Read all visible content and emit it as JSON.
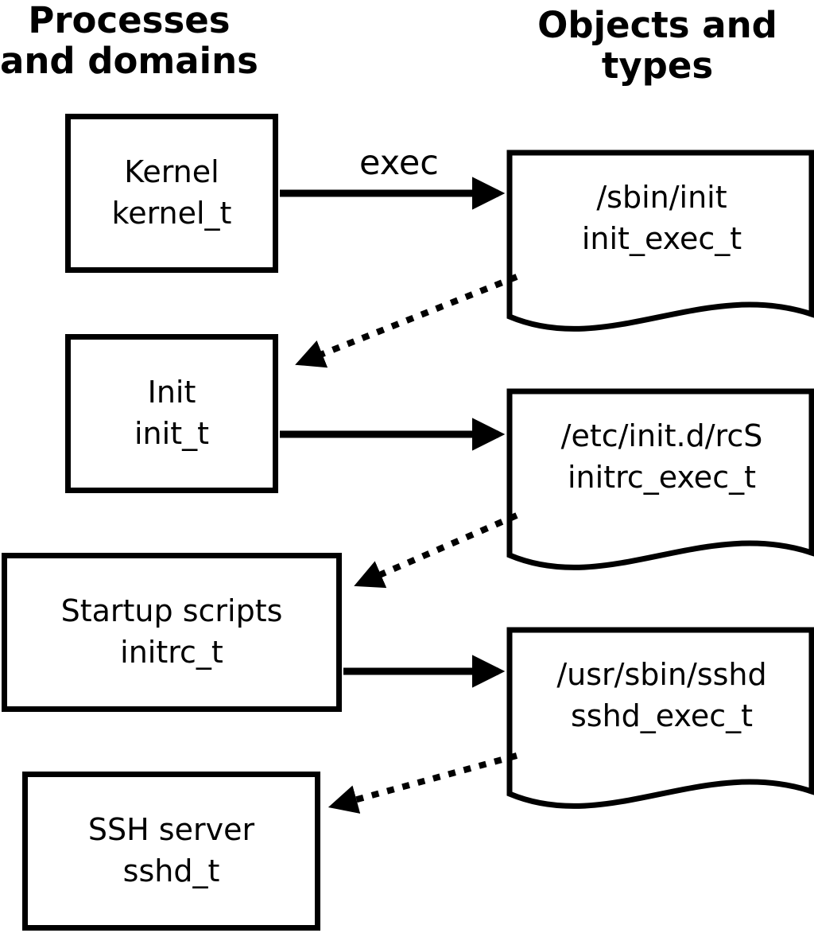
{
  "headers": {
    "left": {
      "line1": "Processes",
      "line2": "and domains"
    },
    "right": {
      "line1": "Objects and",
      "line2": "types"
    }
  },
  "processes": [
    {
      "label": "Kernel",
      "type": "kernel_t"
    },
    {
      "label": "Init",
      "type": "init_t"
    },
    {
      "label": "Startup scripts",
      "type": "initrc_t"
    },
    {
      "label": "SSH server",
      "type": "sshd_t"
    }
  ],
  "objects": [
    {
      "path": "/sbin/init",
      "type": "init_exec_t"
    },
    {
      "path": "/etc/init.d/rcS",
      "type": "initrc_exec_t"
    },
    {
      "path": "/usr/sbin/sshd",
      "type": "sshd_exec_t"
    }
  ],
  "labels": {
    "exec": "exec"
  },
  "colors": {
    "stroke": "#000000",
    "fill": "#ffffff"
  }
}
